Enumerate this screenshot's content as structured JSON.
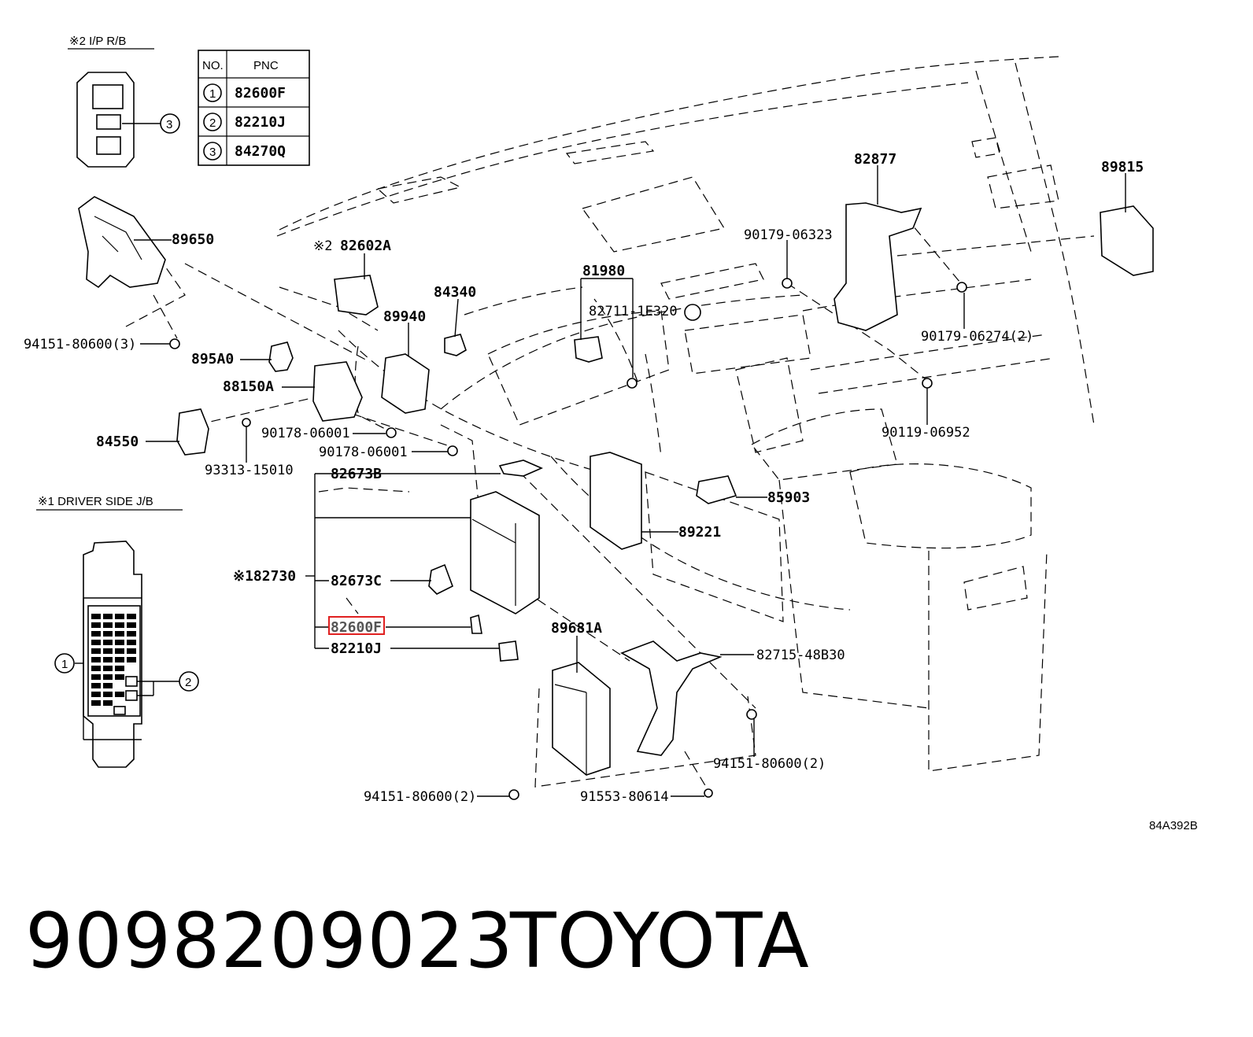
{
  "insets": {
    "ip_rb_title": "※2  I/P R/B",
    "driver_jb_title": "※1 DRIVER SIDE J/B"
  },
  "pnc_table": {
    "header_no": "NO.",
    "header_pnc": "PNC",
    "rows": [
      {
        "no": "1",
        "pnc": "82600F"
      },
      {
        "no": "2",
        "pnc": "82210J"
      },
      {
        "no": "3",
        "pnc": "84270Q"
      }
    ]
  },
  "callouts": {
    "c1": "1",
    "c2": "2",
    "c3": "3"
  },
  "labels": {
    "p89650": "89650",
    "p94151_a": "94151-80600(3)",
    "p895a0": "895A0",
    "p88150a": "88150A",
    "p84550": "84550",
    "p93313": "93313-15010",
    "p90178_a": "90178-06001",
    "p90178_b": "90178-06001",
    "p82602a": "82602A",
    "p82602a_mark": "※2",
    "p89940": "89940",
    "p84340": "84340",
    "p81980": "81980",
    "p82711": "82711-1E320",
    "p82877": "82877",
    "p89815": "89815",
    "p90179_a": "90179-06323",
    "p90179_b": "90179-06274(2)",
    "p90119": "90119-06952",
    "p85903": "85903",
    "p89221": "89221",
    "p82673b": "82673B",
    "p82730": "※182730",
    "p82673c": "82673C",
    "p82600f": "82600F",
    "p82210j": "82210J",
    "p89681a": "89681A",
    "p82715": "82715-48B30",
    "p94151_b": "94151-80600(2)",
    "p94151_c": "94151-80600(2)",
    "p91553": "91553-80614"
  },
  "diagram_code": "84A392B",
  "footer": {
    "part_number": "9098209023",
    "brand": "TOYOTA"
  },
  "colors": {
    "highlight": "#e02020",
    "line": "#000000"
  }
}
